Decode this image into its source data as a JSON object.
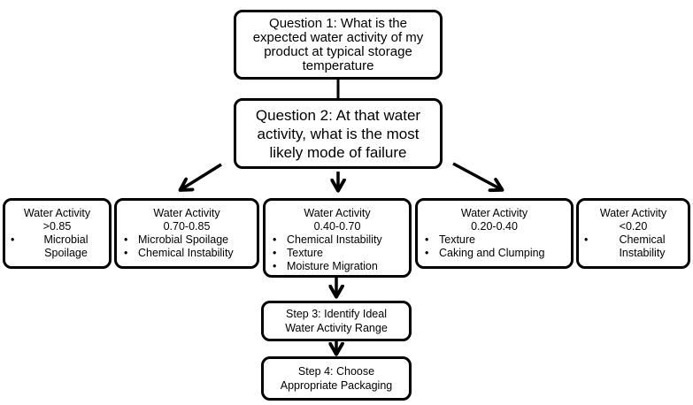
{
  "question1": {
    "lines": [
      "Question 1: What is the",
      "expected water activity of my",
      "product at typical storage",
      "temperature"
    ]
  },
  "question2": {
    "lines": [
      "Question 2: At that water",
      "activity, what is the most",
      "likely mode of failure"
    ]
  },
  "ranges": [
    {
      "heading": "Water Activity",
      "range": ">0.85",
      "failures": [
        "Microbial Spoilage"
      ]
    },
    {
      "heading": "Water Activity",
      "range": "0.70-0.85",
      "failures": [
        "Microbial Spoilage",
        "Chemical Instability"
      ]
    },
    {
      "heading": "Water Activity",
      "range": "0.40-0.70",
      "failures": [
        "Chemical Instability",
        "Texture",
        "Moisture Migration"
      ]
    },
    {
      "heading": "Water Activity",
      "range": "0.20-0.40",
      "failures": [
        "Texture",
        "Caking and Clumping"
      ]
    },
    {
      "heading": "Water Activity",
      "range": "<0.20",
      "failures": [
        "Chemical Instability"
      ]
    }
  ],
  "step3": {
    "lines": [
      "Step 3: Identify Ideal",
      "Water Activity Range"
    ]
  },
  "step4": {
    "lines": [
      "Step 4: Choose",
      "Appropriate Packaging"
    ]
  },
  "colors": {
    "stroke": "#000000",
    "fill": "#ffffff"
  }
}
